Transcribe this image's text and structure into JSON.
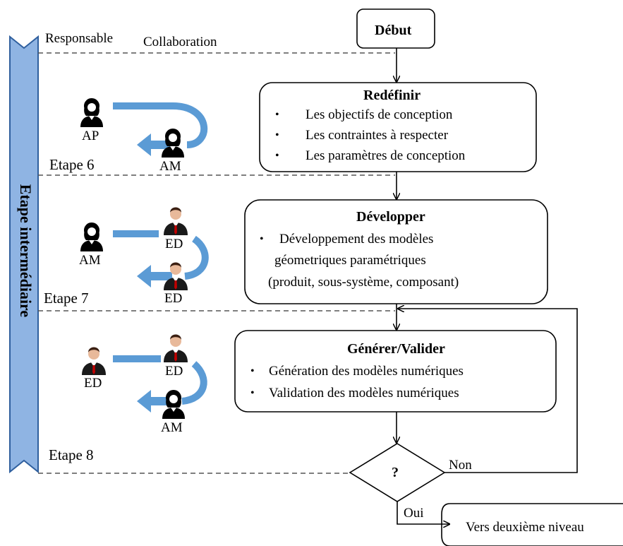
{
  "header": {
    "responsable": "Responsable",
    "collaboration": "Collaboration"
  },
  "banner": {
    "label": "Etape intermédiaire",
    "color": "#8fb4e3"
  },
  "stages": [
    "Etape 6",
    "Etape 7",
    "Etape 8"
  ],
  "start": "Début",
  "steps": [
    {
      "title": "Redéfinir",
      "items": [
        "Les objectifs de conception",
        "Les contraintes à respecter",
        "Les paramètres de conception"
      ]
    },
    {
      "title": "Développer",
      "items": [
        "Développement des modèles",
        "géometriques paramétriques",
        "(produit, sous-système, composant)"
      ]
    },
    {
      "title": "Générer/Valider",
      "items": [
        "Génération des modèles numériques",
        "Validation des modèles numériques"
      ]
    }
  ],
  "decision": {
    "label": "?",
    "no": "Non",
    "yes": "Oui"
  },
  "end": "Vers deuxième niveau",
  "actors": {
    "stage6": {
      "primary": "AP",
      "top": "AM",
      "bottom": ""
    },
    "stage7": {
      "primary": "AM",
      "top": "ED",
      "bottom": "ED"
    },
    "stage8": {
      "primary": "ED",
      "top": "ED",
      "bottom": "AM"
    }
  },
  "colors": {
    "arrow_blue": "#5b9bd5",
    "dashed": "#555555"
  }
}
